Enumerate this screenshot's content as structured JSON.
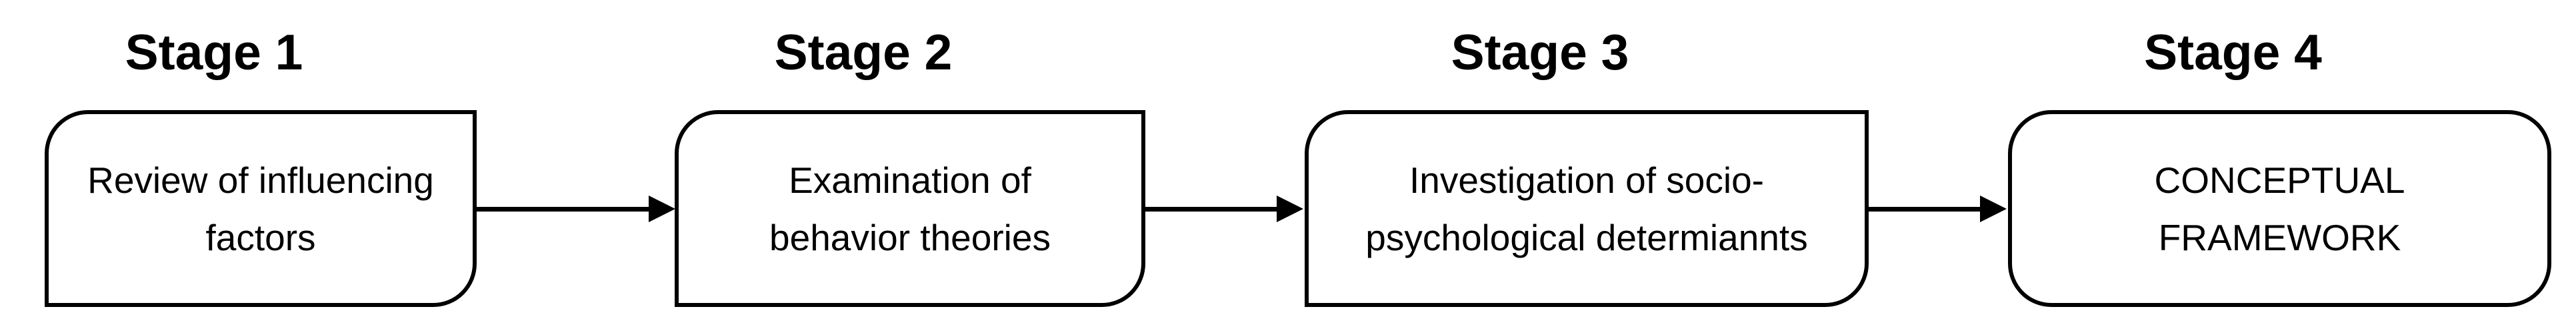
{
  "diagram": {
    "type": "flowchart",
    "background_color": "#ffffff",
    "stroke_color": "#000000",
    "text_color": "#000000",
    "stages": [
      {
        "title": "Stage 1",
        "line1": "Review of influencing",
        "line2": "factors"
      },
      {
        "title": "Stage 2",
        "line1": "Examination of",
        "line2": "behavior theories"
      },
      {
        "title": "Stage 3",
        "line1": "Investigation of socio-",
        "line2": "psychological determiannts"
      },
      {
        "title": "Stage 4",
        "line1": "CONCEPTUAL",
        "line2": "FRAMEWORK"
      }
    ],
    "connectors": [
      {
        "from": "Stage 1",
        "to": "Stage 2"
      },
      {
        "from": "Stage 2",
        "to": "Stage 3"
      },
      {
        "from": "Stage 3",
        "to": "Stage 4"
      }
    ]
  }
}
